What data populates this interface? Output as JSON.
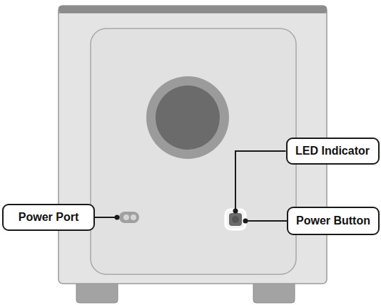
{
  "diagram": {
    "nodes": [
      {
        "text": [
          "LED Indicator"
        ]
      },
      {
        "text": [
          "Power Port"
        ]
      },
      {
        "text": [
          "Power Button"
        ]
      }
    ]
  }
}
